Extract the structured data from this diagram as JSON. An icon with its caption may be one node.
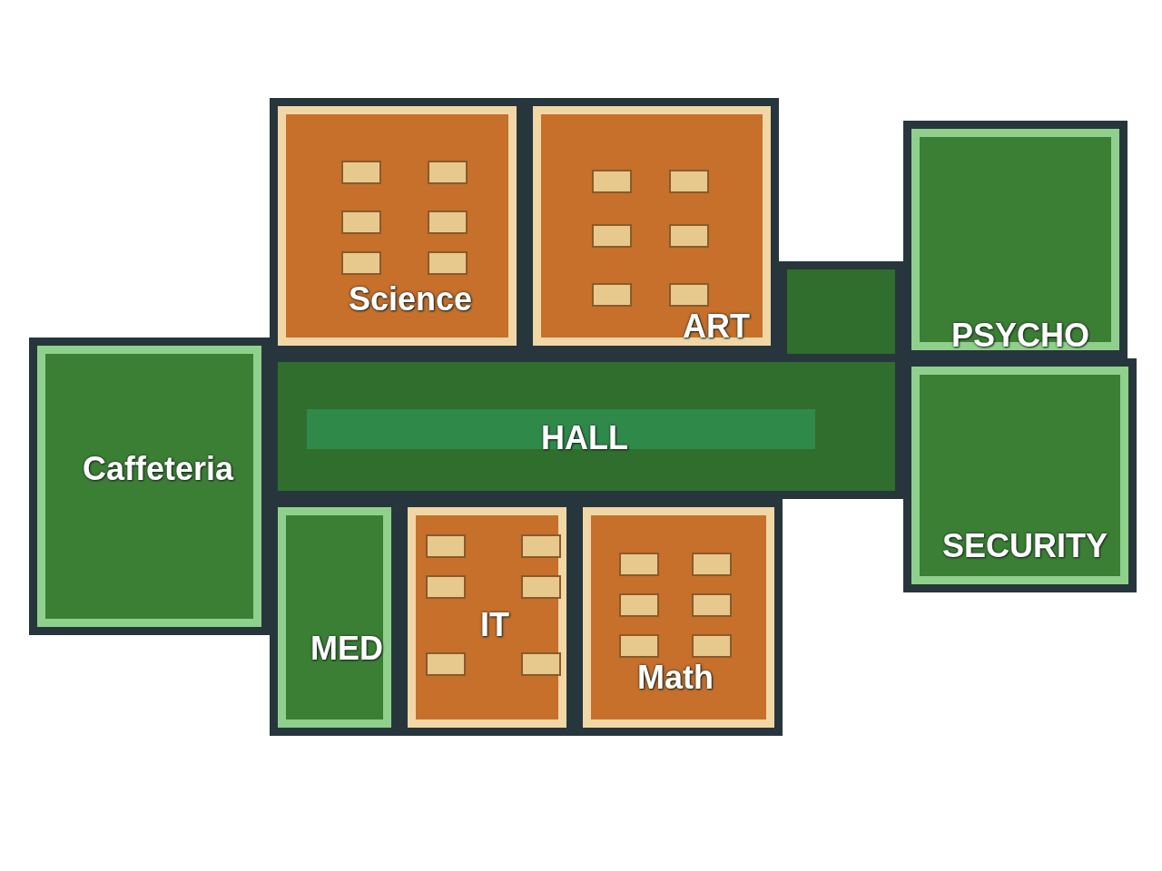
{
  "diagram": {
    "nodes": [
      {
        "text": [
          "Science"
        ]
      },
      {
        "text": [
          "ART"
        ]
      },
      {
        "text": [
          "PSYCHO"
        ]
      },
      {
        "text": [],
        "shape": "box"
      },
      {
        "text": [
          "Caffeteria"
        ]
      },
      {
        "text": [
          "HALL"
        ]
      },
      {
        "text": [
          "SECURITY"
        ]
      },
      {
        "text": [
          "MED"
        ]
      },
      {
        "text": [
          "IT"
        ]
      },
      {
        "text": [
          "Math"
        ]
      }
    ],
    "edges": []
  }
}
